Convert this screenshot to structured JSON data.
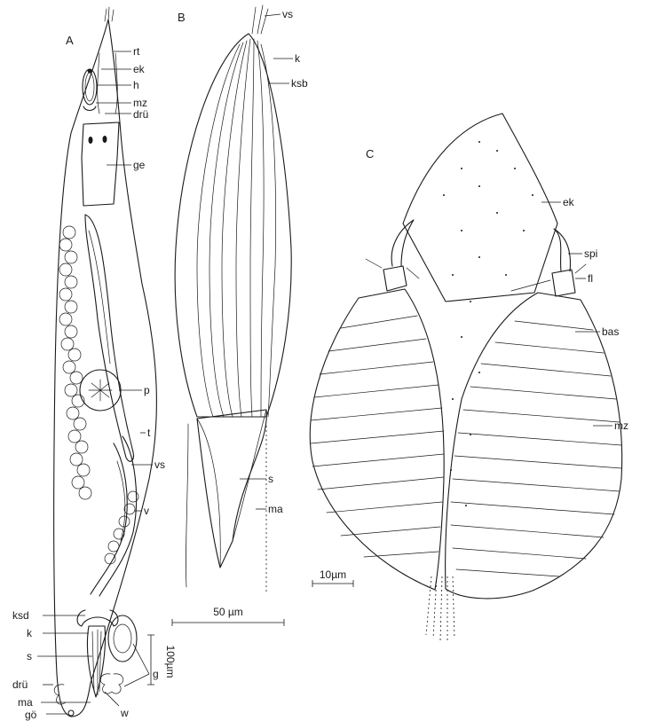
{
  "figure": {
    "panels": [
      {
        "id": "A",
        "label": "A"
      },
      {
        "id": "B",
        "label": "B"
      },
      {
        "id": "C",
        "label": "C"
      }
    ],
    "labels": {
      "A": [
        "rt",
        "ek",
        "h",
        "mz",
        "drü",
        "ge",
        "p",
        "t",
        "vs",
        "v",
        "ksd",
        "k",
        "s",
        "drü",
        "ma",
        "gö",
        "w",
        "g"
      ],
      "B": [
        "vs",
        "k",
        "ksb",
        "s",
        "ma"
      ],
      "C": [
        "ek",
        "spi",
        "fl",
        "bas",
        "mz"
      ]
    },
    "scale_bars": {
      "A": "100µm",
      "B": "50 µm",
      "C": "10µm"
    }
  }
}
